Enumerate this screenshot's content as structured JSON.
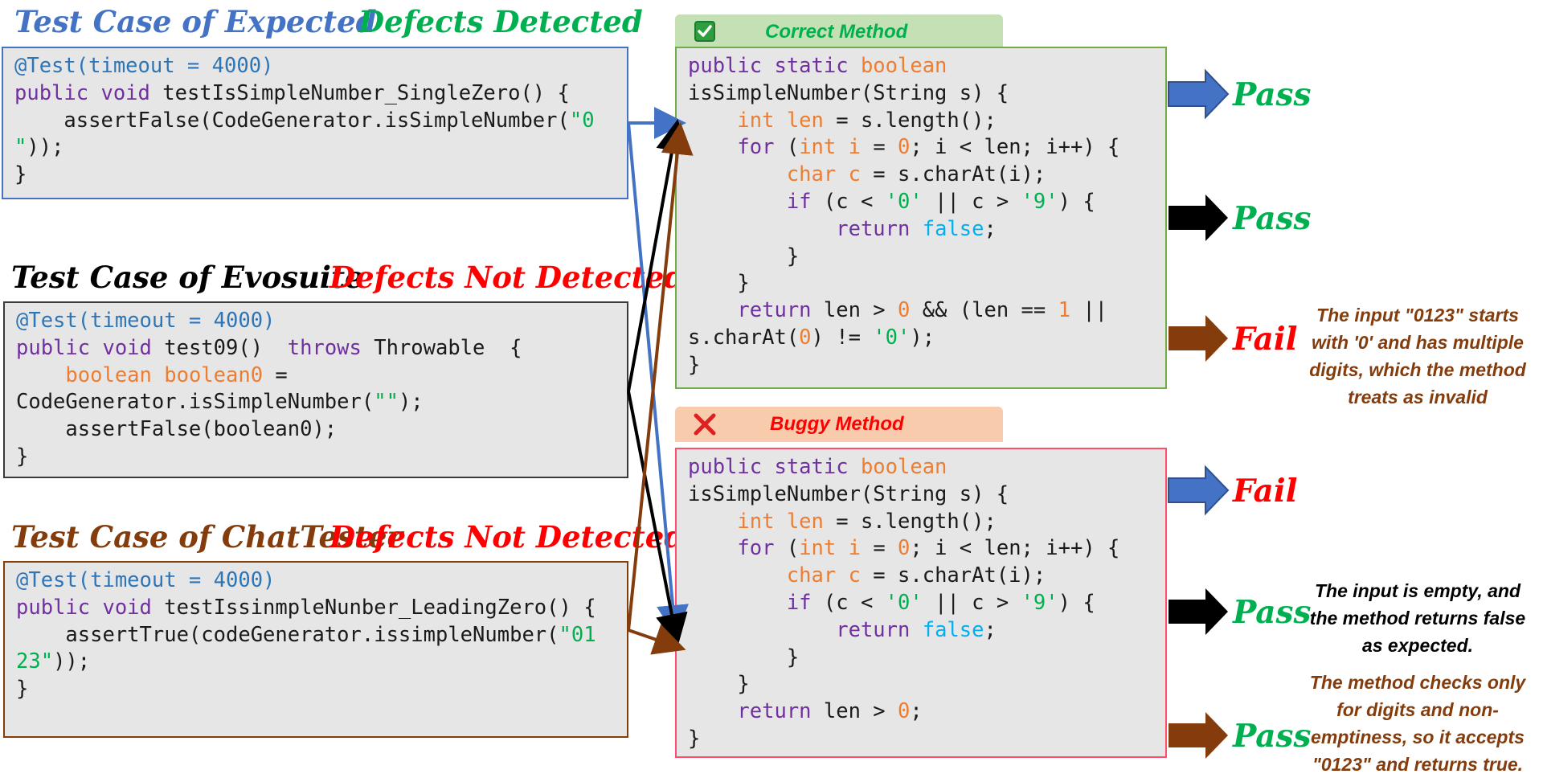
{
  "headings": {
    "expected": "Test Case of Expected",
    "expected_status": "Defects Detected",
    "evosuite": "Test Case of Evosuite",
    "evosuite_status": "Defects Not Detected",
    "chattester": "Test Case of ChatTester",
    "chattester_status": "Defects Not Detected"
  },
  "methods": {
    "correct_title": "Correct Method",
    "correct_icon": "check-icon",
    "buggy_title": "Buggy Method",
    "buggy_icon": "cross-icon"
  },
  "code": {
    "expected": [
      [
        [
          "@Test(timeout = 4000)",
          "annot"
        ]
      ],
      [
        [
          "public void ",
          "kw"
        ],
        [
          "testIsSimpleNumber_SingleZero() {",
          ""
        ]
      ],
      [
        [
          "    assertFalse(CodeGenerator.isSimpleNumber(",
          ""
        ],
        [
          "\"0",
          "str"
        ]
      ],
      [
        [
          "\"",
          "str"
        ],
        [
          "));",
          ""
        ]
      ],
      [
        [
          "}",
          ""
        ]
      ]
    ],
    "evosuite": [
      [
        [
          "@Test(timeout = 4000)",
          "annot"
        ]
      ],
      [
        [
          "public void ",
          "kw"
        ],
        [
          "test09()  ",
          ""
        ],
        [
          "throws",
          "kw"
        ],
        [
          " Throwable  {",
          ""
        ]
      ],
      [
        [
          "    ",
          ""
        ],
        [
          "boolean boolean0",
          "ty"
        ],
        [
          " =",
          ""
        ]
      ],
      [
        [
          "CodeGenerator.isSimpleNumber(",
          ""
        ],
        [
          "\"\"",
          "str"
        ],
        [
          ");",
          ""
        ]
      ],
      [
        [
          "    assertFalse(boolean0);",
          ""
        ]
      ],
      [
        [
          "}",
          ""
        ]
      ]
    ],
    "chattester": [
      [
        [
          "@Test(timeout = 4000)",
          "annot"
        ]
      ],
      [
        [
          "public void ",
          "kw"
        ],
        [
          "testIssinmpleNunber_LeadingZero() {",
          ""
        ]
      ],
      [
        [
          "    assertTrue(codeGenerator.issimpleNumber(",
          ""
        ],
        [
          "\"01",
          "str"
        ]
      ],
      [
        [
          "23\"",
          "str"
        ],
        [
          "));",
          ""
        ]
      ],
      [
        [
          "}",
          ""
        ]
      ]
    ],
    "correct": [
      [
        [
          "public static ",
          "kw"
        ],
        [
          "boolean",
          "ty"
        ]
      ],
      [
        [
          "isSimpleNumber(String s) {",
          ""
        ]
      ],
      [
        [
          "    ",
          ""
        ],
        [
          "int len",
          "ty"
        ],
        [
          " = s.length();",
          ""
        ]
      ],
      [
        [
          "    ",
          ""
        ],
        [
          "for",
          "kw"
        ],
        [
          " (",
          ""
        ],
        [
          "int i",
          "ty"
        ],
        [
          " = ",
          ""
        ],
        [
          "0",
          "num"
        ],
        [
          "; i < len; i++) {",
          ""
        ]
      ],
      [
        [
          "        ",
          ""
        ],
        [
          "char c",
          "ty"
        ],
        [
          " = s.charAt(i);",
          ""
        ]
      ],
      [
        [
          "        ",
          ""
        ],
        [
          "if",
          "kw"
        ],
        [
          " (c < ",
          ""
        ],
        [
          "'0'",
          "str"
        ],
        [
          " || c > ",
          ""
        ],
        [
          "'9'",
          "str"
        ],
        [
          ") {",
          ""
        ]
      ],
      [
        [
          "            ",
          ""
        ],
        [
          "return",
          "kw"
        ],
        [
          " ",
          ""
        ],
        [
          "false",
          "bool"
        ],
        [
          ";",
          ""
        ]
      ],
      [
        [
          "        }",
          ""
        ]
      ],
      [
        [
          "    }",
          ""
        ]
      ],
      [
        [
          "    ",
          ""
        ],
        [
          "return",
          "kw"
        ],
        [
          " len > ",
          ""
        ],
        [
          "0",
          "num"
        ],
        [
          " && (len == ",
          ""
        ],
        [
          "1",
          "num"
        ],
        [
          " ||",
          ""
        ]
      ],
      [
        [
          "s.charAt(",
          ""
        ],
        [
          "0",
          "num"
        ],
        [
          ") != ",
          ""
        ],
        [
          "'0'",
          "str"
        ],
        [
          ");",
          ""
        ]
      ],
      [
        [
          "}",
          ""
        ]
      ]
    ],
    "buggy": [
      [
        [
          "public static ",
          "kw"
        ],
        [
          "boolean",
          "ty"
        ]
      ],
      [
        [
          "isSimpleNumber(String s) {",
          ""
        ]
      ],
      [
        [
          "    ",
          ""
        ],
        [
          "int len",
          "ty"
        ],
        [
          " = s.length();",
          ""
        ]
      ],
      [
        [
          "    ",
          ""
        ],
        [
          "for",
          "kw"
        ],
        [
          " (",
          ""
        ],
        [
          "int i",
          "ty"
        ],
        [
          " = ",
          ""
        ],
        [
          "0",
          "num"
        ],
        [
          "; i < len; i++) {",
          ""
        ]
      ],
      [
        [
          "        ",
          ""
        ],
        [
          "char c",
          "ty"
        ],
        [
          " = s.charAt(i);",
          ""
        ]
      ],
      [
        [
          "        ",
          ""
        ],
        [
          "if",
          "kw"
        ],
        [
          " (c < ",
          ""
        ],
        [
          "'0'",
          "str"
        ],
        [
          " || c > ",
          ""
        ],
        [
          "'9'",
          "str"
        ],
        [
          ") {",
          ""
        ]
      ],
      [
        [
          "            ",
          ""
        ],
        [
          "return",
          "kw"
        ],
        [
          " ",
          ""
        ],
        [
          "false",
          "bool"
        ],
        [
          ";",
          ""
        ]
      ],
      [
        [
          "        }",
          ""
        ]
      ],
      [
        [
          "    }",
          ""
        ]
      ],
      [
        [
          "    ",
          ""
        ],
        [
          "return",
          "kw"
        ],
        [
          " len > ",
          ""
        ],
        [
          "0",
          "num"
        ],
        [
          ";",
          ""
        ]
      ],
      [
        [
          "}",
          ""
        ]
      ]
    ]
  },
  "results": {
    "correct_expected": "Pass",
    "correct_evosuite": "Pass",
    "correct_chattester": "Fail",
    "buggy_expected": "Fail",
    "buggy_evosuite": "Pass",
    "buggy_chattester": "Pass"
  },
  "explanations": {
    "correct_chattester": [
      "The input \"0123\" starts",
      "with '0' and has multiple",
      "digits, which the method",
      "treats as invalid"
    ],
    "buggy_evosuite": [
      "The input is empty, and",
      "the method returns false",
      "as expected."
    ],
    "buggy_chattester": [
      "The method checks only",
      "for digits and non-",
      "emptiness, so it accepts",
      "\"0123\" and returns true."
    ]
  },
  "colors": {
    "expected": "#4472c4",
    "evosuite": "#000000",
    "chattester": "#843c0c",
    "pass": "#00b050",
    "fail": "#ff0000",
    "correct_border": "#70ad47",
    "correct_tab": "#c5e0b4",
    "buggy_border": "#ff4d6d",
    "buggy_tab": "#f8cbad"
  }
}
